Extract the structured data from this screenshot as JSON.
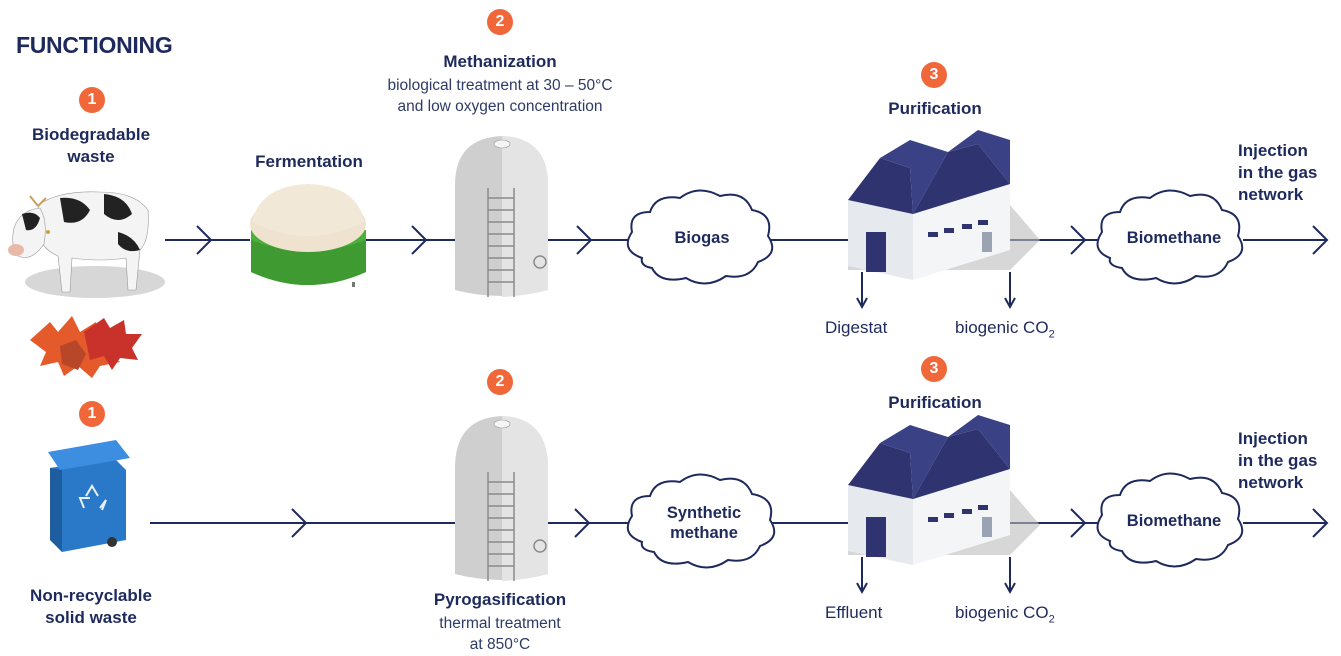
{
  "title": "FUNCTIONING",
  "badges": {
    "one": "1",
    "two": "2",
    "three": "3"
  },
  "top_row": {
    "source_label": "Biodegradable\nwaste",
    "fermentation_label": "Fermentation",
    "methanization_label": "Methanization",
    "methanization_desc": "biological treatment at 30 – 50°C\nand low oxygen concentration",
    "gas_label": "Biogas",
    "purification_label": "Purification",
    "byproduct_1": "Digestat",
    "byproduct_2": "biogenic CO",
    "byproduct_2_sub": "2",
    "output_label": "Biomethane",
    "injection_label": "Injection\nin the gas\nnetwork"
  },
  "bottom_row": {
    "source_label": "Non-recyclable\nsolid waste",
    "process_label": "Pyrogasification",
    "process_desc": "thermal treatment\nat 850°C",
    "gas_label": "Synthetic\nmethane",
    "purification_label": "Purification",
    "byproduct_1": "Effluent",
    "byproduct_2": "biogenic CO",
    "byproduct_2_sub": "2",
    "output_label": "Biomethane",
    "injection_label": "Injection\nin the gas\nnetwork"
  },
  "colors": {
    "navy": "#1f2a5c",
    "badge_orange": "#f0673a",
    "tank_green": "#4caf3a",
    "tank_cap": "#efe3cf",
    "silo_grey": "#c9c9c9",
    "roof_blue": "#2f3470",
    "bin_blue": "#2a79c9",
    "leaf_orange": "#e45a2a"
  }
}
